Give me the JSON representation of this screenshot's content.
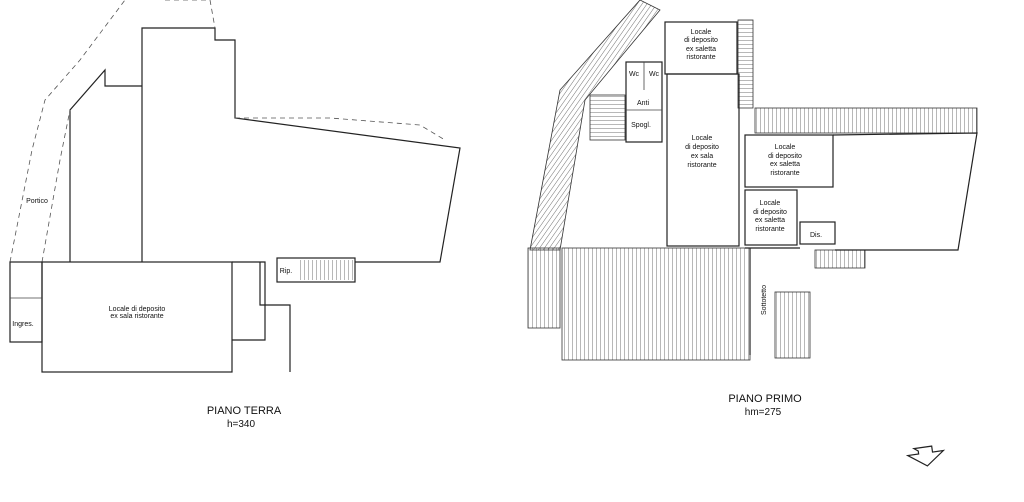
{
  "piano_terra": {
    "title": "PIANO TERRA",
    "height": "h=340",
    "rooms": {
      "portico": "Portico",
      "ingres": "Ingres.",
      "rip": "Rip.",
      "main_l1": "Locale di deposito",
      "main_l2": "ex sala ristorante"
    }
  },
  "piano_primo": {
    "title": "PIANO PRIMO",
    "height": "hm=275",
    "rooms": {
      "wc1": "Wc",
      "wc2": "Wc",
      "anti": "Anti",
      "spogl": "Spogl.",
      "dis": "Dis.",
      "sottotetto": "Sottotetto",
      "top": [
        "Locale",
        "di deposito",
        "ex saletta",
        "ristorante"
      ],
      "center": [
        "Locale",
        "di deposito",
        "ex sala",
        "ristorante"
      ],
      "right": [
        "Locale",
        "di deposito",
        "ex saletta",
        "ristorante"
      ],
      "lower": [
        "Locale",
        "di deposito",
        "ex saletta",
        "ristorante"
      ]
    }
  },
  "north_arrow": "north-arrow"
}
